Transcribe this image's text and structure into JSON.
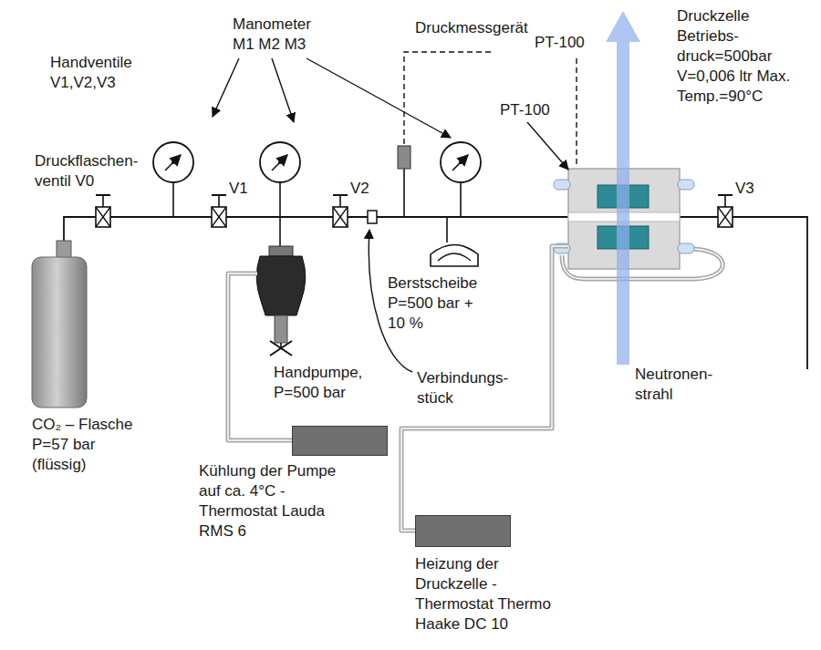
{
  "diagram": {
    "nodes": [
      {
        "text": [
          "Handpumpe, P=500 bar"
        ]
      },
      {
        "text": [
          "Druckzelle Betriebs- druck=500bar V=0,006 ltr Max. Temp.=90°C"
        ]
      },
      {
        "text": [
          "Kühlung der Pumpe auf ca. 4°C - Thermostat Lauda RMS 6"
        ]
      },
      {
        "text": [
          "Heizung der Druckzelle - Thermostat Thermo Haake DC 10"
        ]
      }
    ],
    "edges": [
      {
        "from": 2,
        "to": 0,
        "arrow": "none"
      },
      {
        "from": 3,
        "to": 1,
        "arrow": "none"
      }
    ],
    "labels": [
      "Handventile V1,V2,V3",
      "Manometer M1 M2 M3",
      "Druckmessgerät",
      "PT-100",
      "PT-100",
      "Druckflaschen- ventil V0",
      "V1",
      "V2",
      "V3",
      "Berstscheibe P=500 bar + 10 %",
      "Verbindungs- stück",
      "Neutronen- strahl",
      "CO₂ – Flasche P=57 bar (flüssig)"
    ]
  }
}
